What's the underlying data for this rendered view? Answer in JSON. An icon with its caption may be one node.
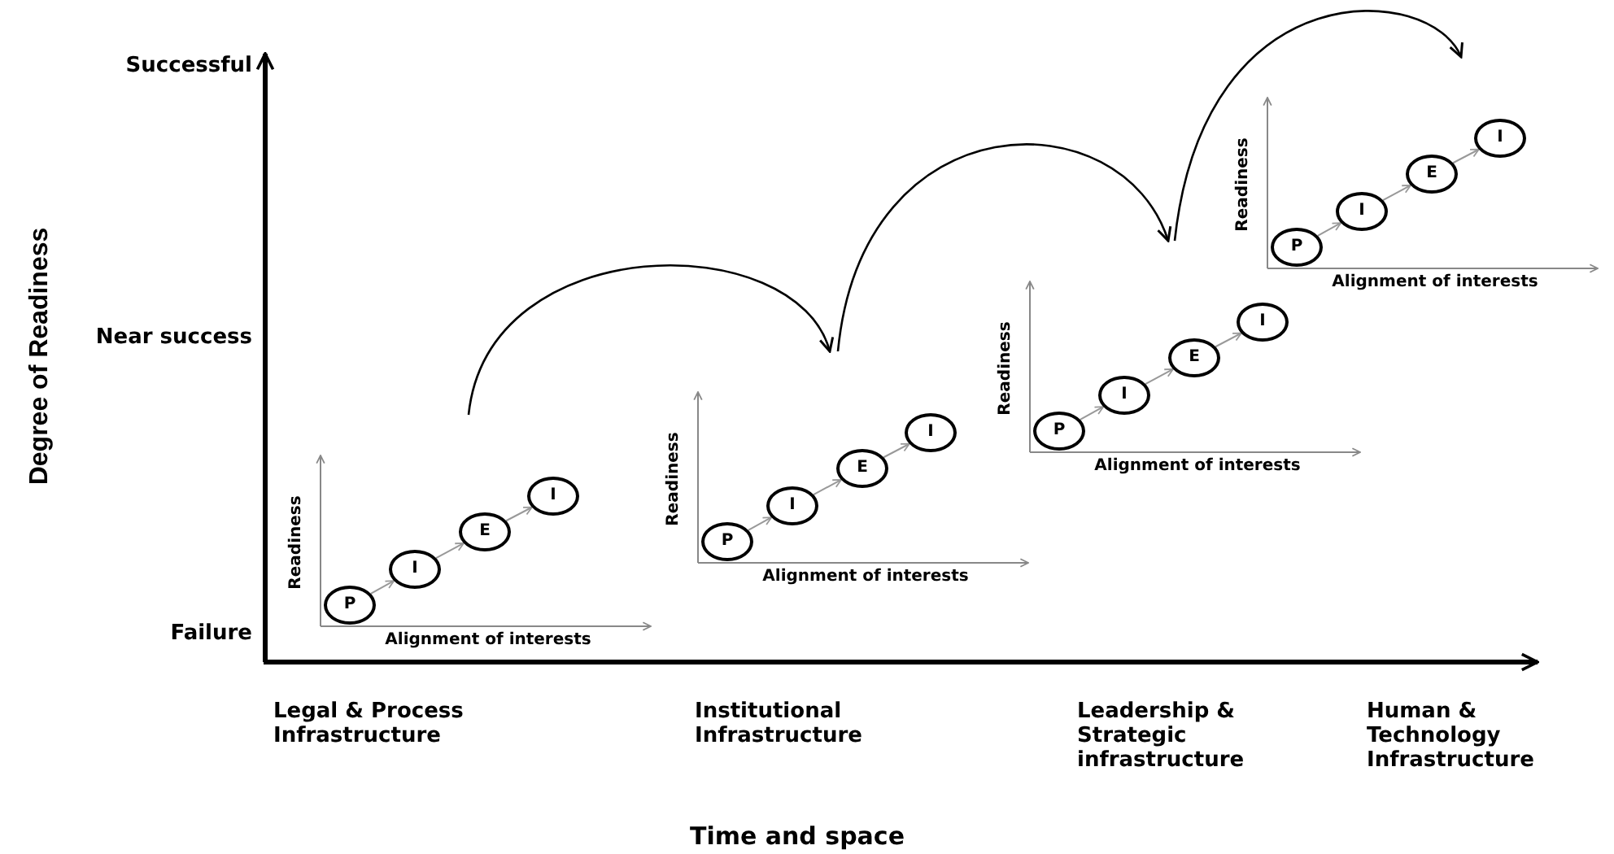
{
  "diagram": {
    "nodes": [
      {
        "text": [
          "Readiness",
          "Alignment of interests"
        ]
      },
      {
        "text": [
          "P"
        ],
        "in": 0
      },
      {
        "text": [
          "I"
        ],
        "in": 0
      },
      {
        "text": [
          "E"
        ],
        "in": 0
      },
      {
        "text": [
          "I"
        ],
        "in": 0
      },
      {
        "text": [
          "Readiness",
          "Alignment of interests"
        ]
      },
      {
        "text": [
          "P"
        ],
        "in": 5
      },
      {
        "text": [
          "I"
        ],
        "in": 5
      },
      {
        "text": [
          "E"
        ],
        "in": 5
      },
      {
        "text": [
          "I"
        ],
        "in": 5
      },
      {
        "text": [
          "Readiness",
          "Alignment of interests"
        ]
      },
      {
        "text": [
          "P"
        ],
        "in": 10
      },
      {
        "text": [
          "I"
        ],
        "in": 10
      },
      {
        "text": [
          "E"
        ],
        "in": 10
      },
      {
        "text": [
          "I"
        ],
        "in": 10
      },
      {
        "text": [
          "Readiness",
          "Alignment of interests"
        ]
      },
      {
        "text": [
          "P"
        ],
        "in": 15
      },
      {
        "text": [
          "I"
        ],
        "in": 15
      },
      {
        "text": [
          "E"
        ],
        "in": 15
      },
      {
        "text": [
          "I"
        ],
        "in": 15
      }
    ],
    "edges": [
      {
        "from": 1,
        "to": 2,
        "arrow": "to"
      },
      {
        "from": 2,
        "to": 3,
        "arrow": "to"
      },
      {
        "from": 3,
        "to": 4,
        "arrow": "to"
      },
      {
        "from": 6,
        "to": 7,
        "arrow": "to"
      },
      {
        "from": 7,
        "to": 8,
        "arrow": "to"
      },
      {
        "from": 8,
        "to": 9,
        "arrow": "to"
      },
      {
        "from": 11,
        "to": 12,
        "arrow": "to"
      },
      {
        "from": 12,
        "to": 13,
        "arrow": "to"
      },
      {
        "from": 13,
        "to": 14,
        "arrow": "to"
      },
      {
        "from": 16,
        "to": 17,
        "arrow": "to"
      },
      {
        "from": 17,
        "to": 18,
        "arrow": "to"
      },
      {
        "from": 18,
        "to": 19,
        "arrow": "to"
      },
      {
        "from": 0,
        "to": 5,
        "arrow": "to",
        "color": "#000000"
      },
      {
        "from": 5,
        "to": 10,
        "arrow": "to",
        "color": "#000000"
      },
      {
        "from": 10,
        "to": 15,
        "arrow": "to",
        "color": "#000000"
      }
    ],
    "labels": [
      "Successful",
      "Degree of Readiness",
      "Near success",
      "Failure",
      "Legal & Process Infrastructure",
      "Institutional Infrastructure",
      "Leadership & Strategic infrastructure",
      "Human & Technology Infrastructure",
      "Time and space"
    ]
  }
}
